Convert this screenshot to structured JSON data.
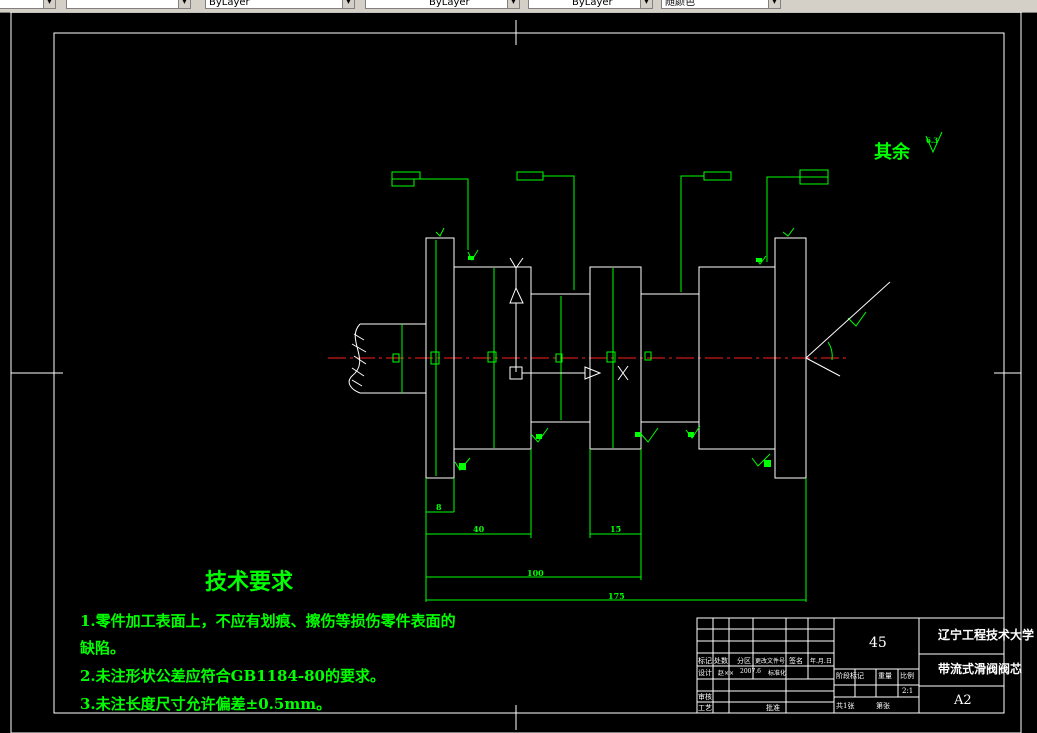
{
  "toolbar": {
    "combos": [
      {
        "value": ""
      },
      {
        "value": ""
      },
      {
        "value": "ByLayer"
      },
      {
        "value": "ByLayer"
      },
      {
        "value": "ByLayer"
      },
      {
        "value": "随颜色"
      }
    ]
  },
  "drawing": {
    "surface_finish_rest_label": "其余",
    "surface_finish_rest_value": "6.3",
    "tech_title": "技术要求",
    "tech_req_1a": "1.零件加工表面上，不应有划痕、擦伤等损伤零件表面的",
    "tech_req_1b": "缺陷。",
    "tech_req_2": "2.未注形状公差应符合GB1184-80的要求。",
    "tech_req_3": "3.未注长度尺寸允许偏差±0.5mm。",
    "dims": {
      "d8": "8",
      "d40": "40",
      "d15": "15",
      "d100": "100",
      "d175": "175"
    }
  },
  "title_block": {
    "material": "45",
    "university": "辽宁工程技术大学",
    "part_name": "带流式滑阀阀芯",
    "sheet_size": "A2",
    "scale": "2:1",
    "header_mark": "标记",
    "header_count": "处数",
    "header_zone": "分区",
    "header_doc": "更改文件号",
    "header_sign": "签名",
    "header_date": "年.月.日",
    "designer_label": "设计",
    "designer_name": "赵××",
    "design_date": "2007.6",
    "standardize_label": "标准化",
    "review_label": "审核",
    "process_label": "工艺",
    "approve_label": "批准",
    "stage_label": "阶段标记",
    "weight_label": "重量",
    "ratio_label": "比例",
    "total_sheets": "共1张",
    "sheet_no": "第张"
  }
}
